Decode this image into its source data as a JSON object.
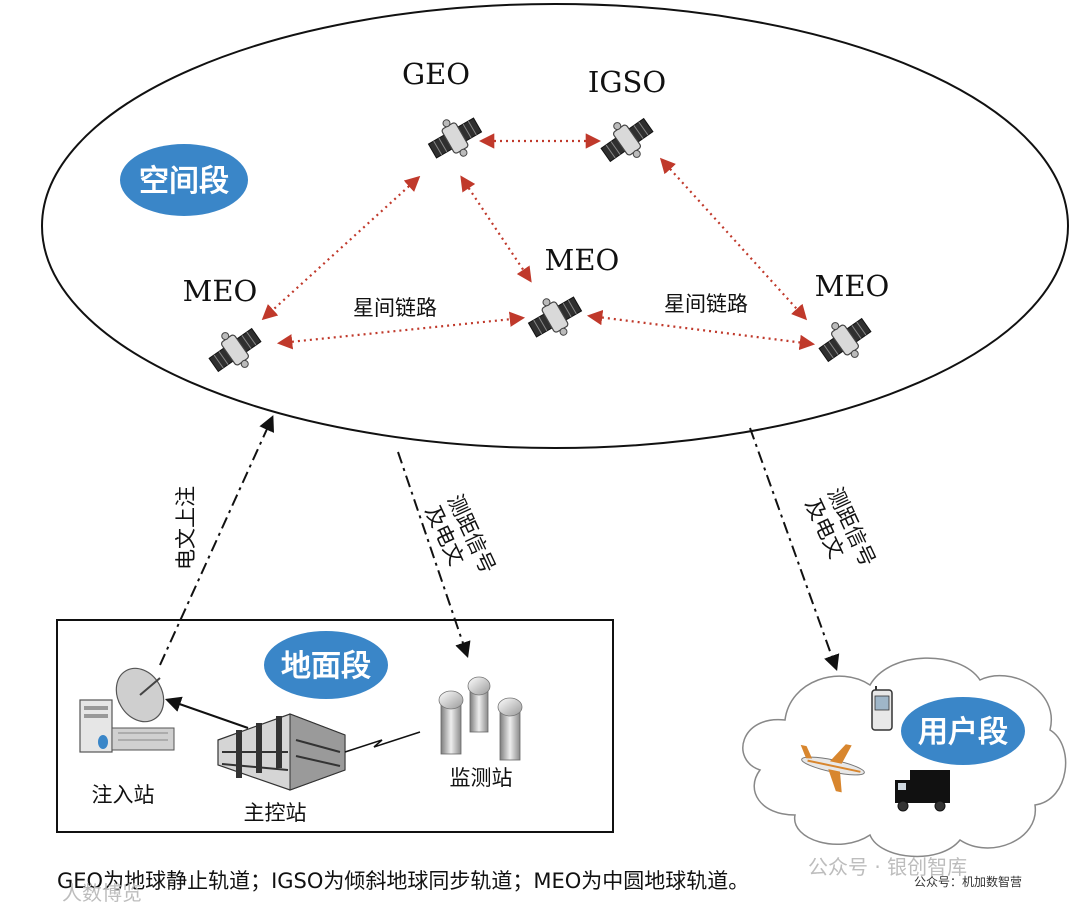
{
  "satellites": {
    "geo": "GEO",
    "igso": "IGSO",
    "meo_left": "MEO",
    "meo_center": "MEO",
    "meo_right": "MEO"
  },
  "segments": {
    "space": "空间段",
    "ground": "地面段",
    "user": "用户段"
  },
  "links": {
    "intersat_left": "星间链路",
    "intersat_right": "星间链路",
    "upload": "电文上注",
    "ranging_1": "测距信号",
    "ranging_1b": "及电文",
    "ranging_2": "测距信号",
    "ranging_2b": "及电文"
  },
  "stations": {
    "injection": "注入站",
    "master": "主控站",
    "monitor": "监测站"
  },
  "caption": "GEO为地球静止轨道；IGSO为倾斜地球同步轨道；MEO为中圆地球轨道。",
  "watermarks": {
    "left": "人数博览",
    "right_main": "公众号 · 银创智库",
    "right_small": "公众号：机加数智营"
  },
  "colors": {
    "segment_badge": "#3a86c8",
    "link_dotted": "#c0392b"
  }
}
